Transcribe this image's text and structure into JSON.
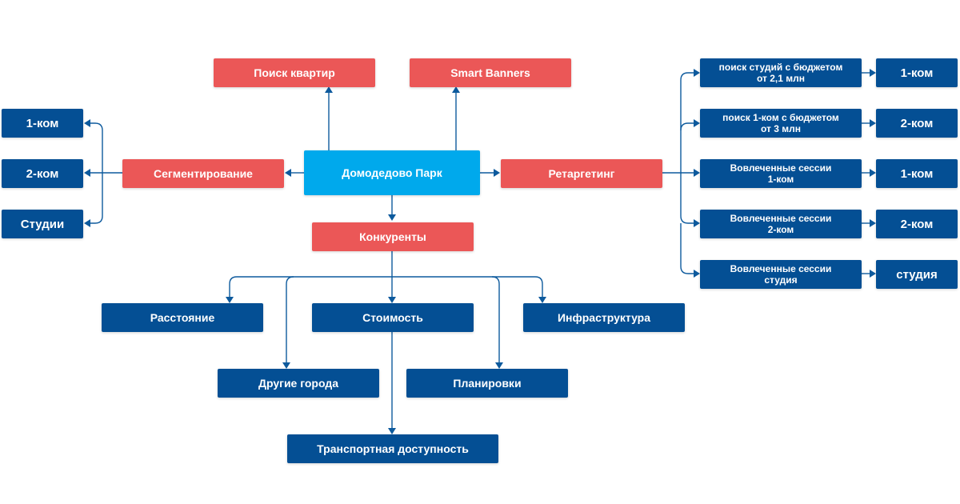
{
  "diagram": {
    "center": "Домодедово Парк",
    "top": {
      "search": "Поиск квартир",
      "banners": "Smart Banners"
    },
    "segmentation": {
      "label": "Сегментирование",
      "items": [
        "1-ком",
        "2-ком",
        "Студии"
      ]
    },
    "retargeting": {
      "label": "Ретаргетинг",
      "rows": [
        {
          "left": [
            "поиск студий с бюджетом",
            "от 2,1 млн"
          ],
          "right": "1-ком"
        },
        {
          "left": [
            "поиск 1-ком с бюджетом",
            "от 3 млн"
          ],
          "right": "2-ком"
        },
        {
          "left": [
            "Вовлеченные сессии",
            "1-ком"
          ],
          "right": "1-ком"
        },
        {
          "left": [
            "Вовлеченные сессии",
            "2-ком"
          ],
          "right": "2-ком"
        },
        {
          "left": [
            "Вовлеченные сессии",
            "студия"
          ],
          "right": "студия"
        }
      ]
    },
    "competitors": {
      "label": "Конкуренты",
      "distance": "Расстояние",
      "cost": "Стоимость",
      "infrastructure": "Инфраструктура",
      "other_cities": "Другие города",
      "layouts": "Планировки",
      "transport": "Транспортная доступность"
    }
  },
  "colors": {
    "red": "#eb5757",
    "blue": "#044f94",
    "cyan": "#00a9ec",
    "line": "#0d5a9d"
  }
}
